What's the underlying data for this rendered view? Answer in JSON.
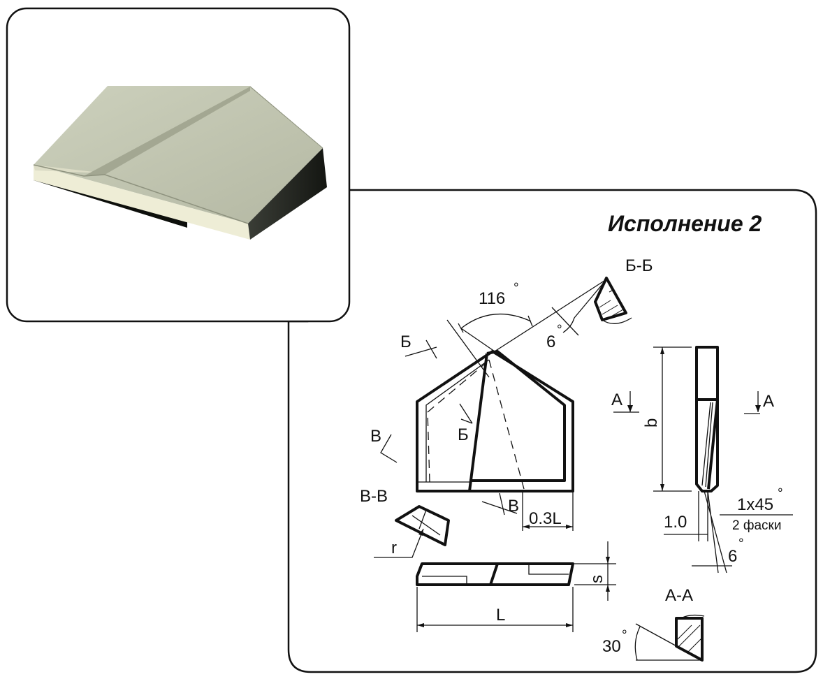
{
  "title": "Исполнение 2",
  "labels": {
    "section_bb": "Б-Б",
    "section_vv": "В-В",
    "section_aa": "А-А",
    "angle_116": "116",
    "angle_6_top": "6",
    "angle_6_side": "6",
    "angle_30": "30",
    "cut_b_top": "Б",
    "cut_b_mid": "Б",
    "cut_v_left": "В",
    "cut_v_bottom": "В",
    "cut_a_left": "А",
    "cut_a_right": "А",
    "dim_03L": "0.3L",
    "dim_b": "b",
    "dim_s": "s",
    "dim_L": "L",
    "dim_r": "r",
    "dim_10": "1.0",
    "chamfer": "1x45",
    "chamfer_note": "2 фаски",
    "degree": "°"
  },
  "colors": {
    "frame": "#111111",
    "insert_top": "#c9cdb8",
    "insert_side_light": "#f1f0dc",
    "insert_side_dark": "#1a1d18"
  }
}
